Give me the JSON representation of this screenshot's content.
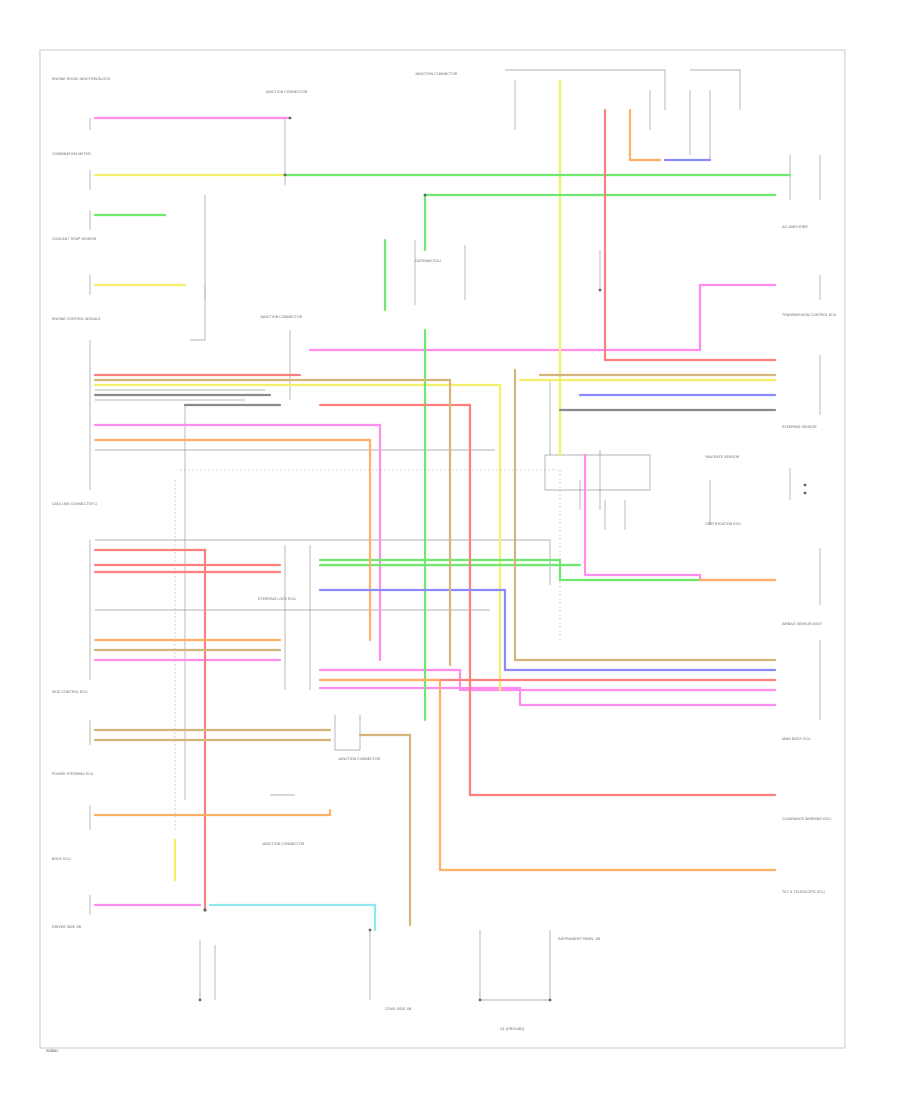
{
  "footer": {
    "code": "W08584"
  },
  "colors": {
    "pink": "#ff8df0",
    "yellow": "#f2f06a",
    "green": "#6ee86e",
    "red": "#ff7f7f",
    "orange": "#ffb066",
    "blue": "#8a8aff",
    "lightblue": "#8fe8f0",
    "tan": "#d6b57a",
    "gray": "#9a9a9a"
  },
  "components": {
    "left": [
      "ENGINE ROOM JUNCTION BLOCK",
      "COMBINATION METER",
      "COOLANT TEMP SENSOR",
      "ENGINE CONTROL MODULE",
      "DATA LINK CONNECTOR 3",
      "SKID CONTROL ECU",
      "POWER STEERING ECU",
      "BODY ECU"
    ],
    "right": [
      "A/C AMPLIFIER",
      "TRANSMISSION CONTROL ECU",
      "STEERING SENSOR",
      "YAW RATE SENSOR",
      "CERTIFICATION ECU",
      "AIRBAG SENSOR ASSY",
      "MAIN BODY ECU",
      "CLEARANCE WARNING ECU",
      "TILT & TELESCOPIC ECU"
    ],
    "center": [
      "JUNCTION CONNECTOR",
      "JUNCTION CONNECTOR",
      "JUNCTION CONNECTOR",
      "GATEWAY ECU",
      "STEERING LOCK ECU",
      "JUNCTION CONNECTOR",
      "JUNCTION CONNECTOR"
    ],
    "bottom": [
      "DRIVER SIDE J/B",
      "COWL SIDE J/B",
      "INSTRUMENT PANEL J/B",
      "G1 (GROUND)"
    ]
  }
}
